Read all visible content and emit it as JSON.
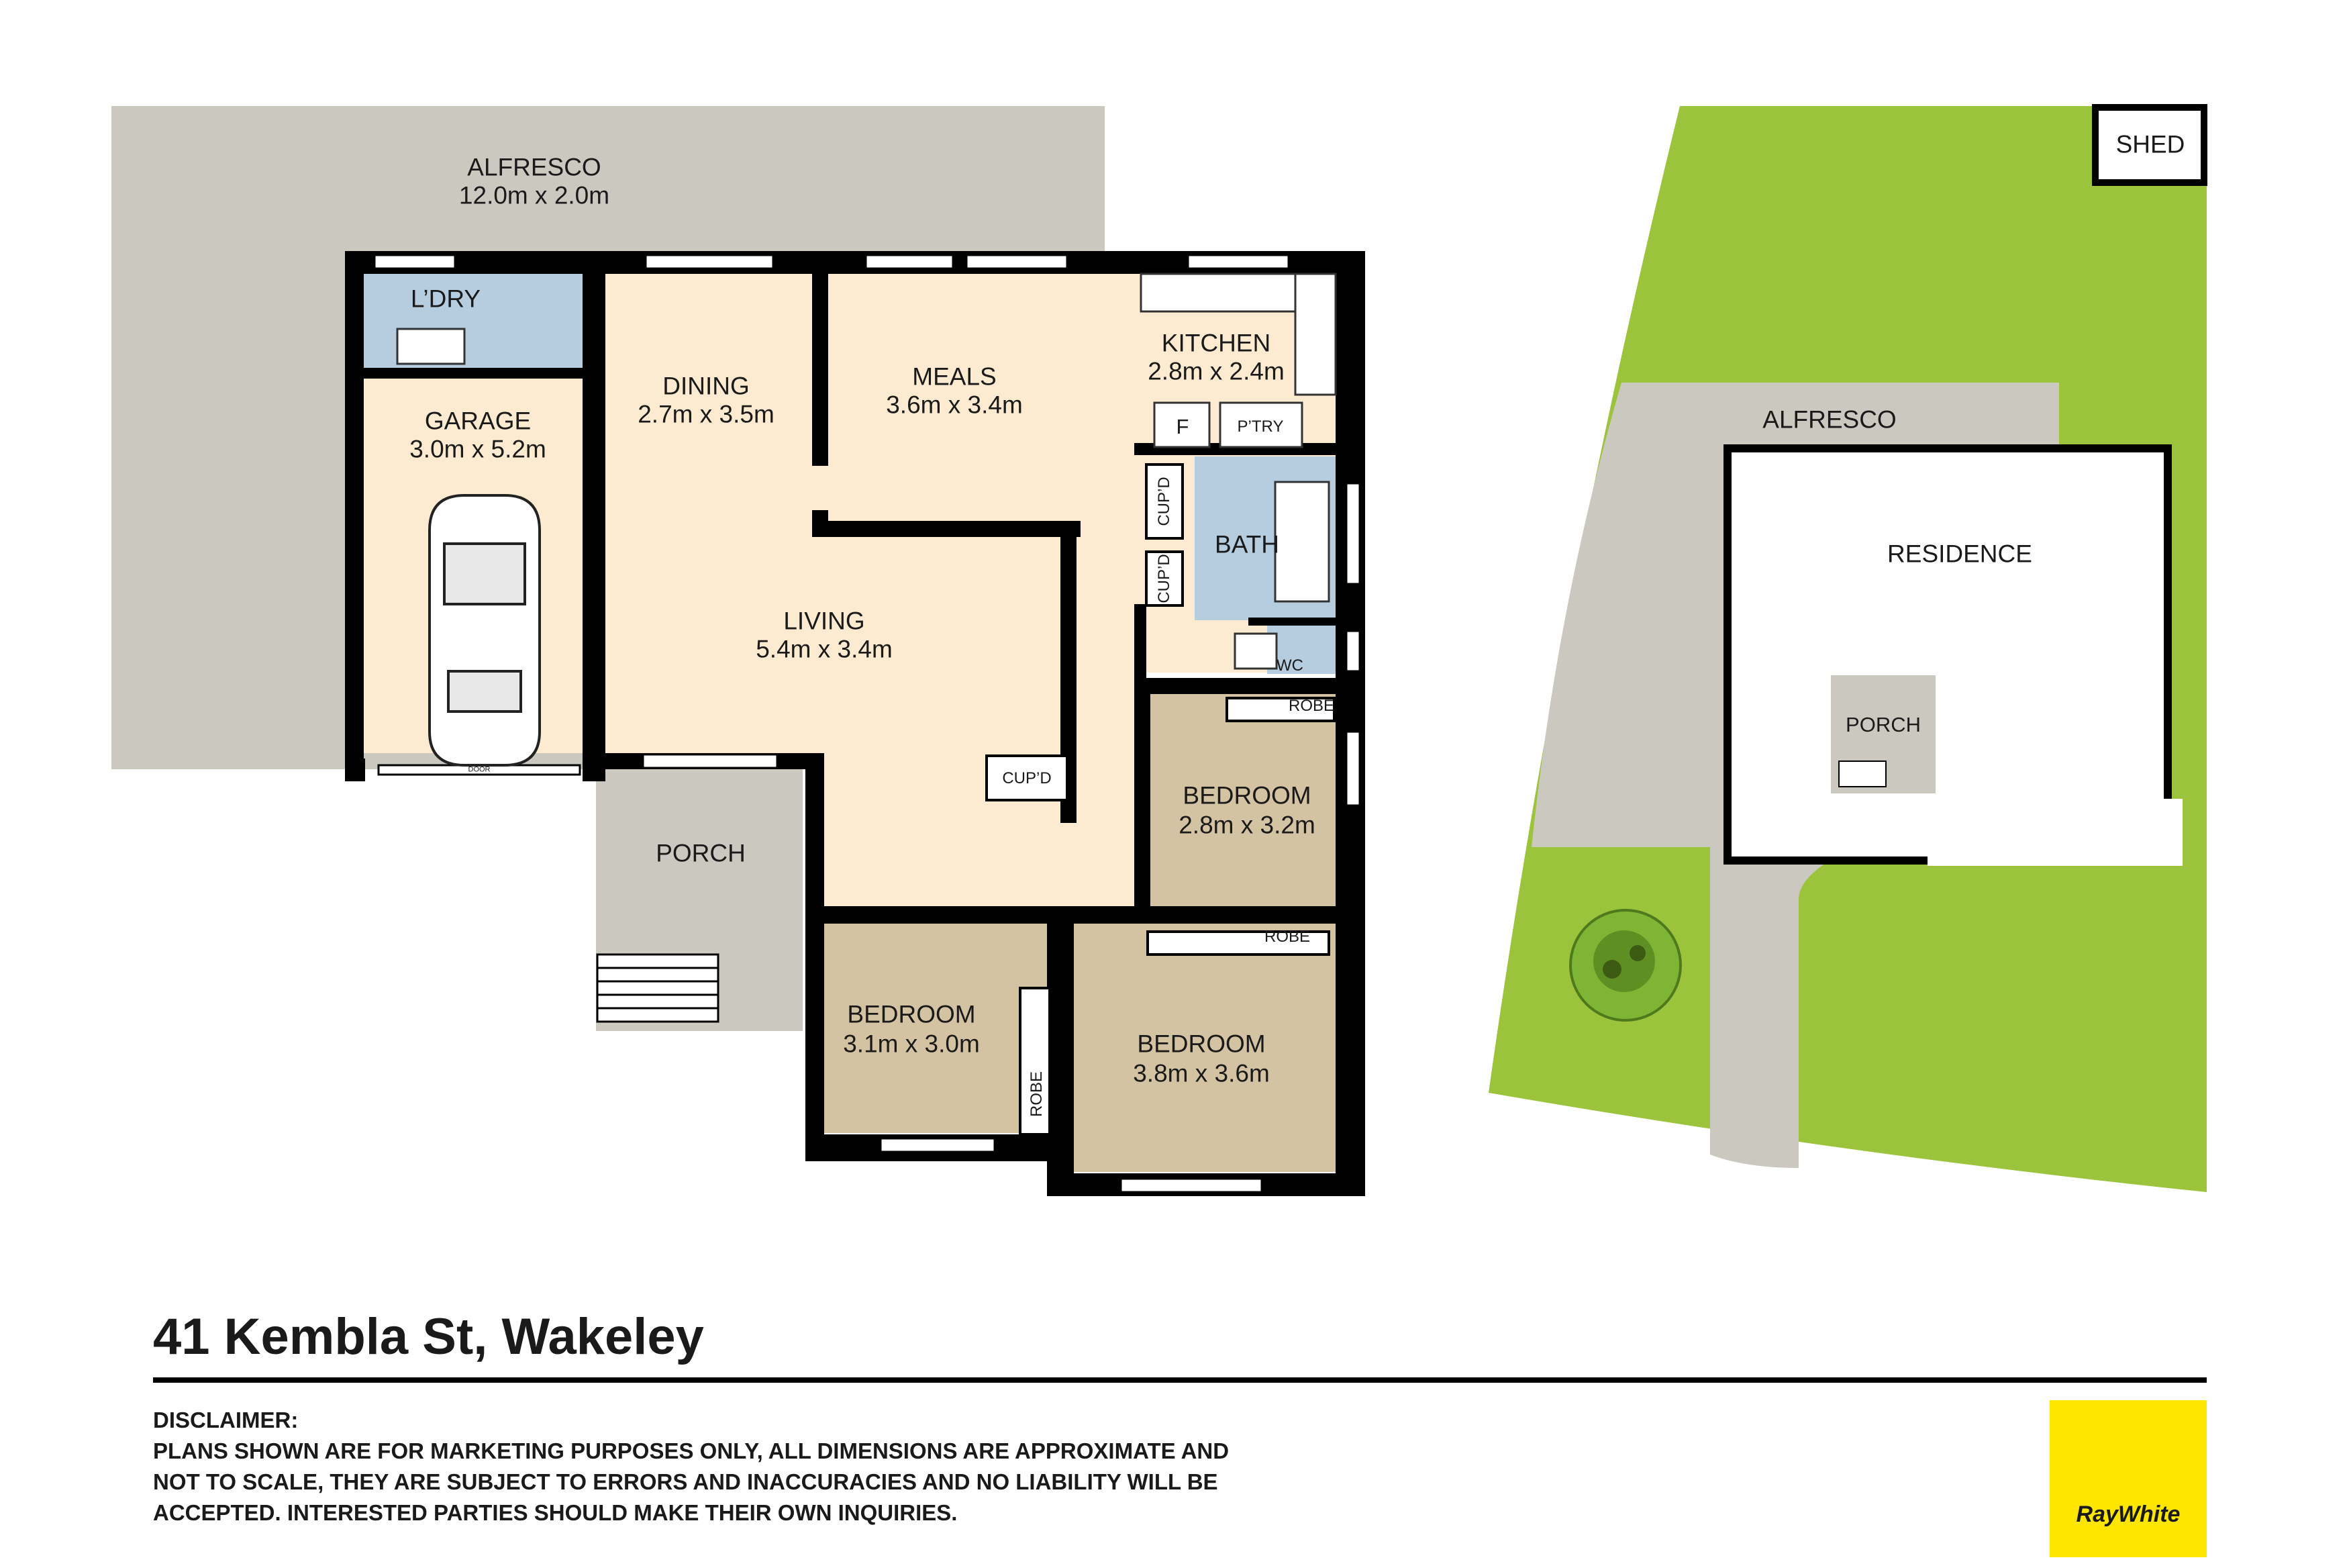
{
  "floor_plan": {
    "alfresco": {
      "name": "ALFRESCO",
      "size": "12.0m x 2.0m"
    },
    "laundry": {
      "name": "L’DRY"
    },
    "garage": {
      "name": "GARAGE",
      "size": "3.0m x 5.2m",
      "door": "DOOR"
    },
    "dining": {
      "name": "DINING",
      "size": "2.7m x 3.5m"
    },
    "meals": {
      "name": "MEALS",
      "size": "3.6m x 3.4m"
    },
    "kitchen": {
      "name": "KITCHEN",
      "size": "2.8m x 2.4m",
      "fridge": "F",
      "pantry": "P’TRY"
    },
    "living": {
      "name": "LIVING",
      "size": "5.4m x 3.4m"
    },
    "bath": {
      "name": "BATH"
    },
    "wc": {
      "name": "WC"
    },
    "cupboard": "CUP’D",
    "robe": "ROBE",
    "porch": {
      "name": "PORCH"
    },
    "bedroom_1": {
      "name": "BEDROOM",
      "size": "2.8m x 3.2m"
    },
    "bedroom_2": {
      "name": "BEDROOM",
      "size": "3.1m x 3.0m"
    },
    "bedroom_3": {
      "name": "BEDROOM",
      "size": "3.8m x 3.6m"
    }
  },
  "site_plan": {
    "shed": "SHED",
    "alfresco": "ALFRESCO",
    "residence": "RESIDENCE",
    "porch": "PORCH"
  },
  "address": "41 Kembla St, Wakeley",
  "disclaimer": {
    "title": "DISCLAIMER:",
    "lines": [
      "PLANS SHOWN ARE FOR MARKETING PURPOSES ONLY, ALL DIMENSIONS ARE APPROXIMATE AND",
      "NOT TO SCALE, THEY ARE SUBJECT TO ERRORS AND INACCURACIES AND NO LIABILITY WILL BE",
      "ACCEPTED. INTERESTED PARTIES SHOULD MAKE THEIR OWN INQUIRIES."
    ]
  },
  "brand": {
    "name": "RayWhite",
    "color": "#ffe600"
  },
  "colors": {
    "wall": "#000000",
    "living_floor": "#fcebd0",
    "bedroom_floor": "#d3c3a2",
    "wet_area": "#b6cde0",
    "outdoor": "#cbc8c0",
    "lawn": "#9bc33c"
  }
}
